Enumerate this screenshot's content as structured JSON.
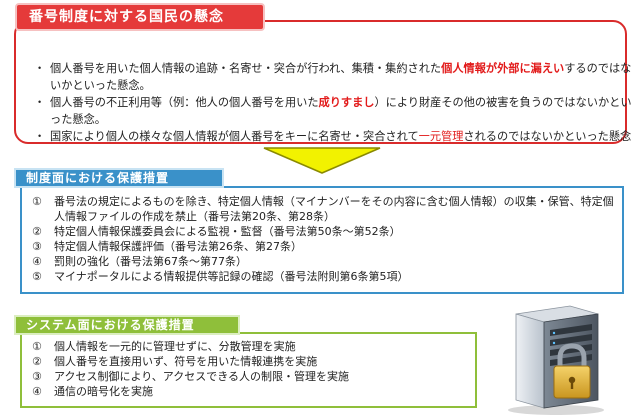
{
  "concerns": {
    "title": "番号制度に対する国民の懸念",
    "items": [
      {
        "bullet": "・",
        "parts": [
          {
            "text": "個人番号を用いた個人情報の追跡・名寄せ・突合が行われ、集積・集約された",
            "style": "normal"
          },
          {
            "text": "個人情報が外部に漏えい",
            "style": "red"
          },
          {
            "text": "するのではないかといった懸念。",
            "style": "normal"
          }
        ]
      },
      {
        "bullet": "・",
        "parts": [
          {
            "text": "個人番号の不正利用等（例：他人の個人番号を用いた",
            "style": "normal"
          },
          {
            "text": "成りすまし",
            "style": "red"
          },
          {
            "text": "）により財産その他の被害を負うのではないかといった懸念。",
            "style": "normal"
          }
        ]
      },
      {
        "bullet": "・",
        "parts": [
          {
            "text": "国家により個人の様々な個人情報が個人番号をキーに名寄せ・突合されて",
            "style": "normal"
          },
          {
            "text": "一元管理",
            "style": "red"
          },
          {
            "text": "されるのではないかといった懸念",
            "style": "normal"
          }
        ]
      }
    ]
  },
  "institutional": {
    "title": "制度面における保護措置",
    "items": [
      {
        "num": "①",
        "text": "番号法の規定によるものを除き、特定個人情報（マイナンバーをその内容に含む個人情報）の収集・保管、特定個人情報ファイルの作成を禁止（番号法第20条、第28条）"
      },
      {
        "num": "②",
        "text": "特定個人情報保護委員会による監視・監督（番号法第50条～第52条）"
      },
      {
        "num": "③",
        "text": "特定個人情報保護評価（番号法第26条、第27条）"
      },
      {
        "num": "④",
        "text": "罰則の強化（番号法第67条～第77条）"
      },
      {
        "num": "⑤",
        "text": "マイナポータルによる情報提供等記録の確認（番号法附則第6条第5項）"
      }
    ]
  },
  "system": {
    "title": "システム面における保護措置",
    "items": [
      {
        "num": "①",
        "text": "個人情報を一元的に管理せずに、分散管理を実施"
      },
      {
        "num": "②",
        "text": "個人番号を直接用いず、符号を用いた情報連携を実施"
      },
      {
        "num": "③",
        "text": "アクセス制御により、アクセスできる人の制限・管理を実施"
      },
      {
        "num": "④",
        "text": "通信の暗号化を実施"
      }
    ]
  },
  "icons": {
    "arrow": "down-arrow-icon",
    "server": "server-lock-icon"
  },
  "colors": {
    "concern_red": "#e53a3a",
    "highlight_red": "#e21b1b",
    "institutional_blue": "#3a91c9",
    "system_green": "#8fbf3a",
    "arrow_yellow": "#f2f200"
  }
}
